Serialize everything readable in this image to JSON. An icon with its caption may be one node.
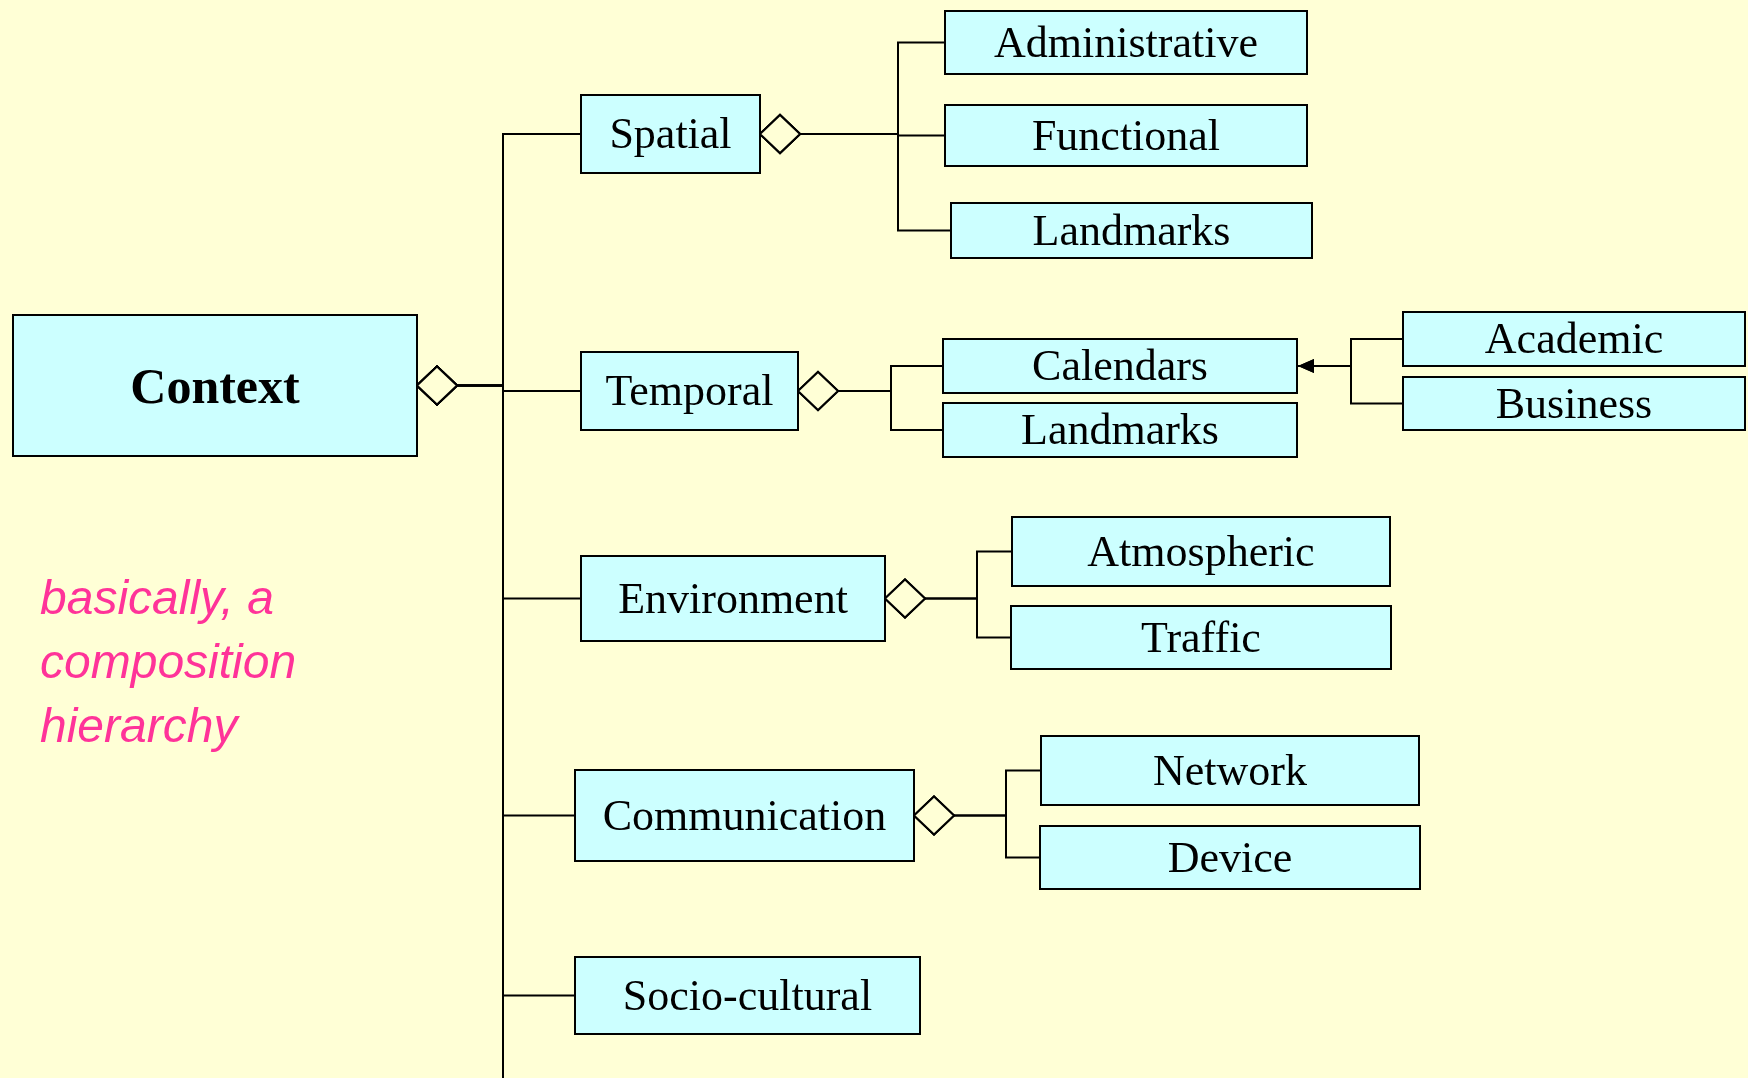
{
  "diagram": {
    "nodes": [
      {
        "text": [
          "Context"
        ]
      },
      {
        "text": [
          "Spatial"
        ]
      },
      {
        "text": [
          "Administrative"
        ]
      },
      {
        "text": [
          "Functional"
        ]
      },
      {
        "text": [
          "Landmarks"
        ]
      },
      {
        "text": [
          "Temporal"
        ]
      },
      {
        "text": [
          "Calendars"
        ]
      },
      {
        "text": [
          "Academic"
        ]
      },
      {
        "text": [
          "Business"
        ]
      },
      {
        "text": [
          "Landmarks"
        ]
      },
      {
        "text": [
          "Environment"
        ]
      },
      {
        "text": [
          "Atmospheric"
        ]
      },
      {
        "text": [
          "Traffic"
        ]
      },
      {
        "text": [
          "Communication"
        ]
      },
      {
        "text": [
          "Network"
        ]
      },
      {
        "text": [
          "Device"
        ]
      },
      {
        "text": [
          "Socio-cultural"
        ]
      }
    ],
    "edges": [
      {
        "from": 0,
        "to": 1,
        "arrow": "other"
      },
      {
        "from": 0,
        "to": 5,
        "arrow": "other"
      },
      {
        "from": 0,
        "to": 10,
        "arrow": "other"
      },
      {
        "from": 0,
        "to": 13,
        "arrow": "other"
      },
      {
        "from": 0,
        "to": 16,
        "arrow": "other"
      },
      {
        "from": 1,
        "to": 2,
        "arrow": "other"
      },
      {
        "from": 1,
        "to": 3,
        "arrow": "other"
      },
      {
        "from": 1,
        "to": 4,
        "arrow": "other"
      },
      {
        "from": 5,
        "to": 6,
        "arrow": "other"
      },
      {
        "from": 5,
        "to": 9,
        "arrow": "other"
      },
      {
        "from": 7,
        "to": 6,
        "arrow": "to"
      },
      {
        "from": 8,
        "to": 6,
        "arrow": "to"
      },
      {
        "from": 10,
        "to": 11,
        "arrow": "other"
      },
      {
        "from": 10,
        "to": 12,
        "arrow": "other"
      },
      {
        "from": 13,
        "to": 14,
        "arrow": "other"
      },
      {
        "from": 13,
        "to": 15,
        "arrow": "other"
      }
    ],
    "labels": [
      "basically, a composition hierarchy"
    ]
  }
}
